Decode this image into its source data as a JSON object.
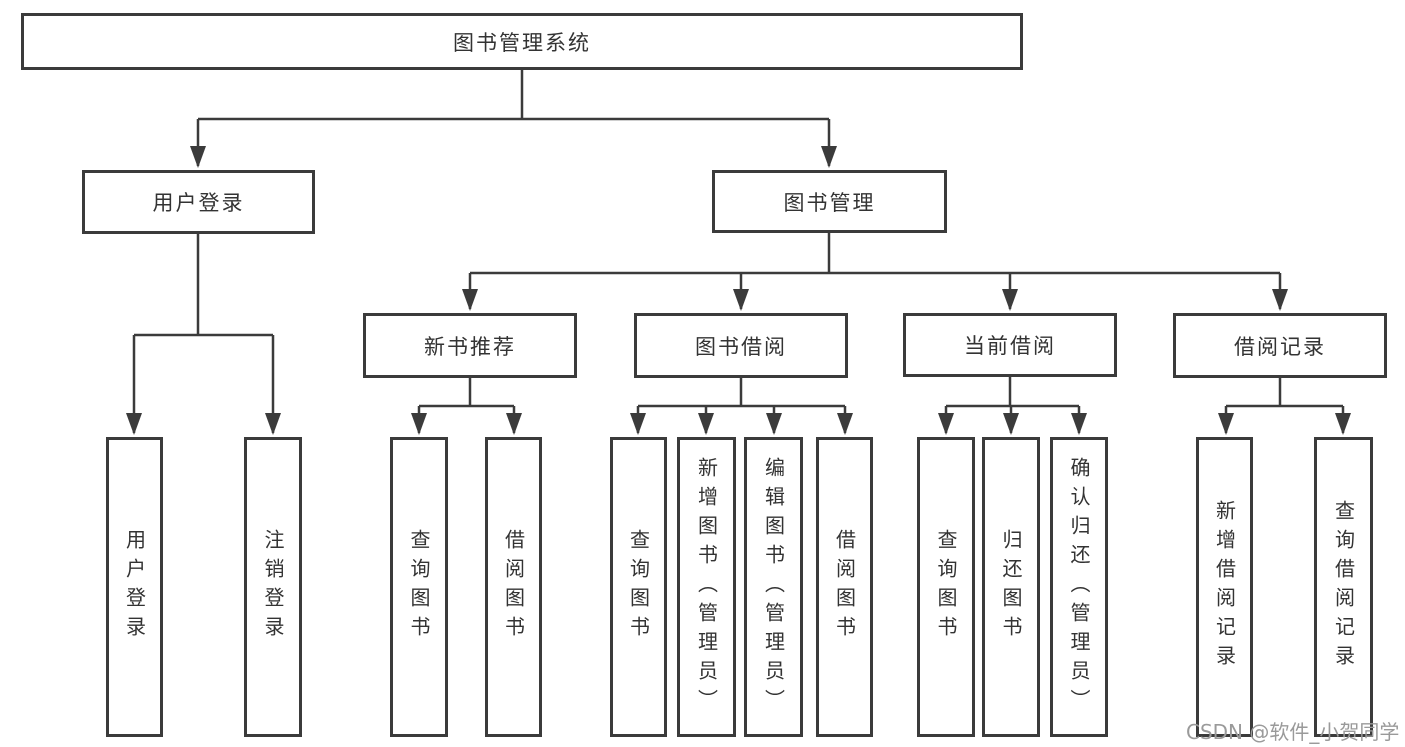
{
  "diagram_title": "图书管理系统",
  "nodes": {
    "root": {
      "label": "图书管理系统"
    },
    "branches": [
      {
        "label": "用户登录",
        "children": [
          {
            "label": "用户登录"
          },
          {
            "label": "注销登录"
          }
        ]
      },
      {
        "label": "图书管理",
        "children": [
          {
            "label": "新书推荐",
            "children": [
              {
                "label": "查询图书"
              },
              {
                "label": "借阅图书"
              }
            ]
          },
          {
            "label": "图书借阅",
            "children": [
              {
                "label": "查询图书"
              },
              {
                "label": "新增图书（管理员）"
              },
              {
                "label": "编辑图书（管理员）"
              },
              {
                "label": "借阅图书"
              }
            ]
          },
          {
            "label": "当前借阅",
            "children": [
              {
                "label": "查询图书"
              },
              {
                "label": "归还图书"
              },
              {
                "label": "确认归还（管理员）"
              }
            ]
          },
          {
            "label": "借阅记录",
            "children": [
              {
                "label": "新增借阅记录"
              },
              {
                "label": "查询借阅记录"
              }
            ]
          }
        ]
      }
    ]
  },
  "watermark": "CSDN @软件_小贺同学",
  "colors": {
    "line": "#3b3b3b",
    "text": "#333333",
    "background": "#ffffff",
    "watermark": "#9a9a9a"
  }
}
